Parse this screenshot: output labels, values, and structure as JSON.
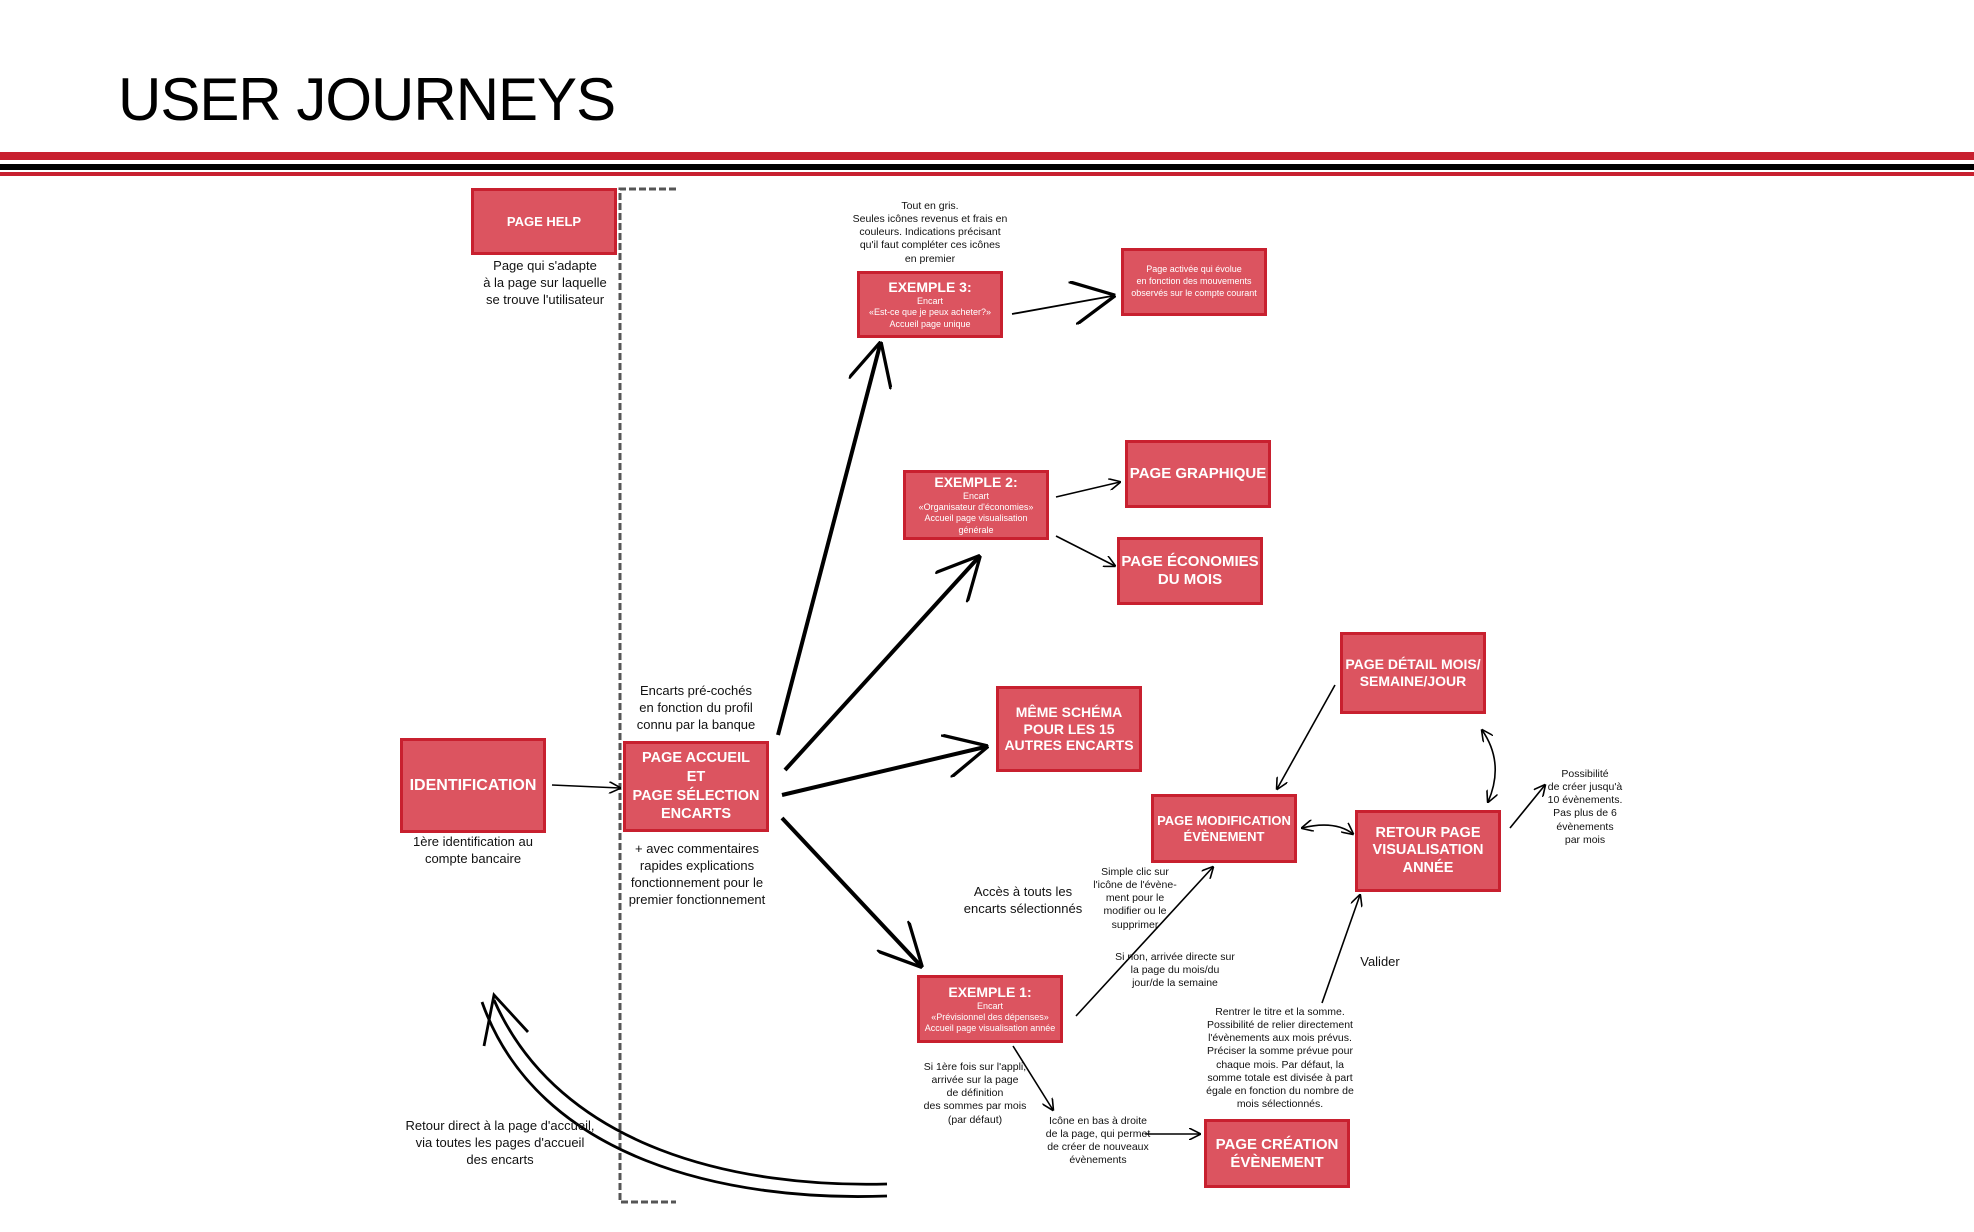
{
  "header": {
    "title": "USER JOURNEYS"
  },
  "colors": {
    "box_fill": "#dc5460",
    "box_border": "#c8202f",
    "rule_red": "#c8202f",
    "rule_black": "#000000"
  },
  "boxes": {
    "page_help": "PAGE HELP",
    "identification": "IDENTIFICATION",
    "page_accueil": "PAGE ACCUEIL\nET\nPAGE SÉLECTION\nENCARTS",
    "exemple3": {
      "title": "EXEMPLE 3:",
      "line1": "Encart",
      "line2": "«Est-ce que je peux acheter?»",
      "line3": "Accueil page unique"
    },
    "page_activee": "Page activée qui évolue\nen fonction des mouvements\nobservés sur le compte courant",
    "exemple2": {
      "title": "EXEMPLE 2:",
      "line1": "Encart",
      "line2": "«Organisateur d'économies»",
      "line3": "Accueil page visualisation générale"
    },
    "page_graphique": "PAGE GRAPHIQUE",
    "page_economies": "PAGE ÉCONOMIES\nDU MOIS",
    "meme_schema": "MÊME SCHÉMA\nPOUR LES 15\nAUTRES ENCARTS",
    "page_detail": "PAGE DÉTAIL MOIS/\nSEMAINE/JOUR",
    "page_modification": "PAGE MODIFICATION\nÉVÈNEMENT",
    "retour_page": "RETOUR PAGE\nVISUALISATION\nANNÉE",
    "exemple1": {
      "title": "EXEMPLE 1:",
      "line1": "Encart",
      "line2": "«Prévisionnel des dépenses»",
      "line3": "Accueil page visualisation année"
    },
    "page_creation": "PAGE CRÉATION\nÉVÈNEMENT"
  },
  "notes": {
    "help": "Page qui s'adapte\nà la page sur laquelle\nse trouve l'utilisateur",
    "ex3": "Tout en gris.\nSeules icônes revenus et frais en\ncouleurs. Indications précisant\nqu'il faut compléter ces icônes\nen premier",
    "encarts_precoches": "Encarts pré-cochés\nen fonction du profil\nconnu par la banque",
    "identification": "1ère identification au\ncompte bancaire",
    "commentaires": "+ avec commentaires\nrapides explications\nfonctionnement pour le\npremier fonctionnement",
    "acces": "Accès à touts les\nencarts sélectionnés",
    "simple_clic": "Simple clic sur\nl'icône de l'évène-\nment pour le\nmodifier ou le\nsupprimer",
    "si_non": "Si non, arrivée directe sur\nla page du mois/du\njour/de la semaine",
    "valider": "Valider",
    "possibilite": "Possibilité\nde créer jusqu'à\n10 évènements.\nPas plus de 6\névènements\npar mois",
    "rentrer": "Rentrer le titre et la somme.\nPossibilité de relier directement\nl'évènements aux mois prévus.\nPréciser la somme prévue pour\nchaque mois. Par défaut, la\nsomme totale est divisée à part\négale en fonction du nombre de\nmois sélectionnés.",
    "si_1ere": "Si 1ère fois sur l'appli,\narrivée sur la page\nde définition\ndes sommes par mois\n(par défaut)",
    "icone": "Icône en bas à droite\nde la page, qui permet\nde créer de nouveaux\névènements",
    "retour_direct": "Retour direct à la page d'accueil,\nvia toutes les pages d'accueil\ndes encarts"
  }
}
